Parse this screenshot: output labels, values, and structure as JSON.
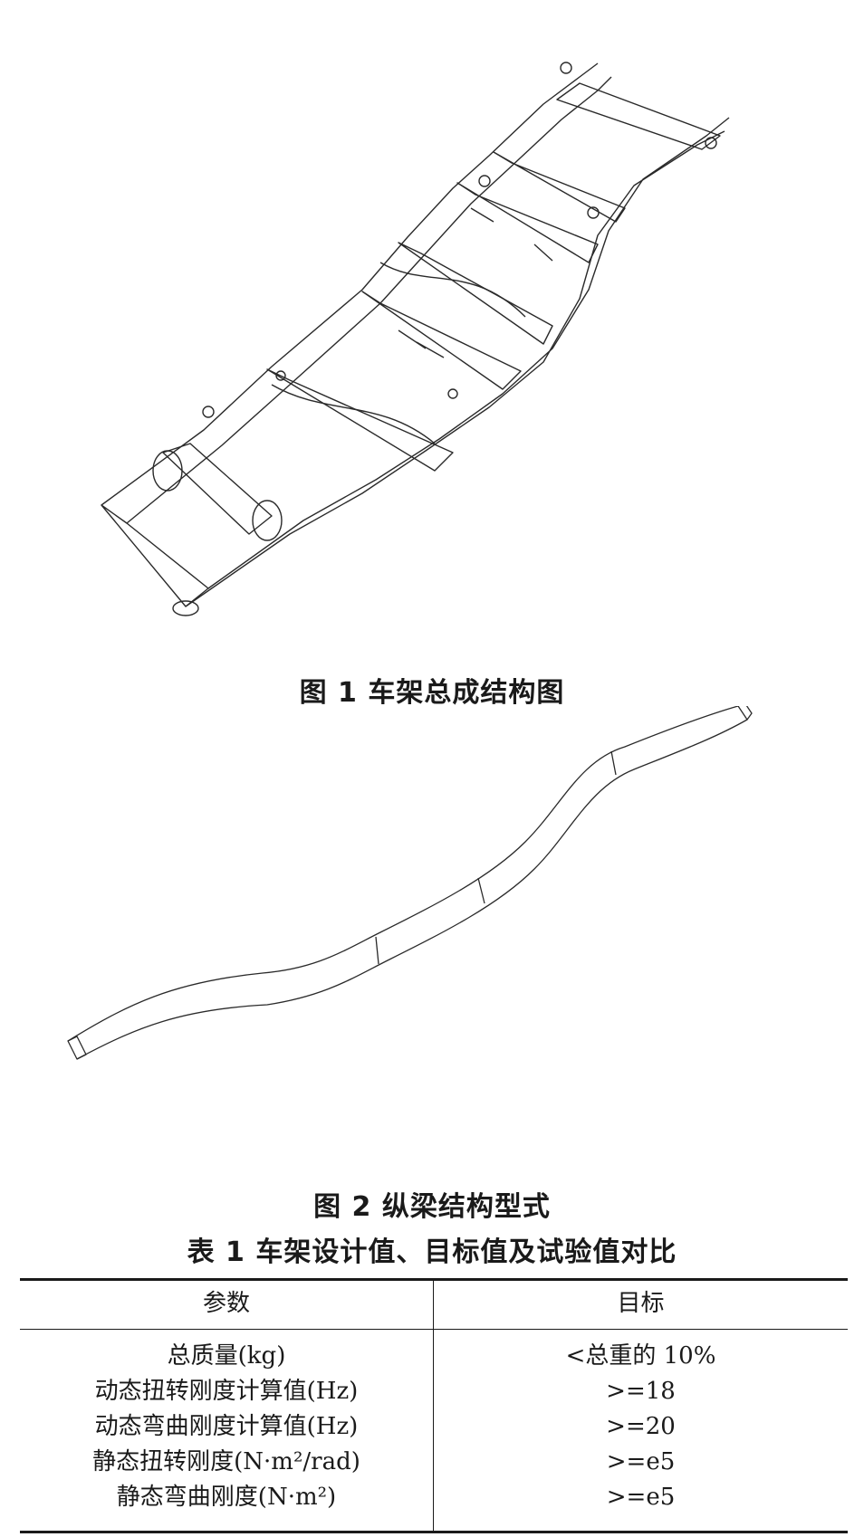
{
  "figures": [
    {
      "caption": "图 1   车架总成结构图"
    },
    {
      "caption": "图 2   纵梁结构型式"
    }
  ],
  "table": {
    "caption": "表 1   车架设计值、目标值及试验值对比",
    "headers": [
      "参数",
      "目标"
    ],
    "rows": [
      {
        "param": "总质量(kg)",
        "target": "<总重的 10%"
      },
      {
        "param": "动态扭转刚度计算值(Hz)",
        "target": ">=18"
      },
      {
        "param": "动态弯曲刚度计算值(Hz)",
        "target": ">=20"
      },
      {
        "param": "静态扭转刚度(N·m²/rad)",
        "target": ">=e5"
      },
      {
        "param": "静态弯曲刚度(N·m²)",
        "target": ">=e5"
      }
    ]
  }
}
